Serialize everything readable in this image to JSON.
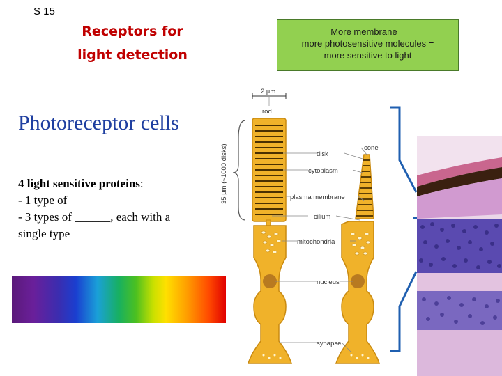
{
  "slide_number": "S 15",
  "title_line1": "Receptors for",
  "title_line2": "light detection",
  "note": {
    "line1": "More membrane =",
    "line2": "more photosensitive molecules =",
    "line3": "more sensitive to light",
    "color": "#92d050"
  },
  "heading": "Photoreceptor cells",
  "proteins": {
    "bold_label": "4 light sensitive proteins",
    "colon": ":",
    "line1": "- 1 type of _____",
    "line2": "- 3 types of ______, each with a",
    "line3": "single type"
  },
  "diagram_labels": {
    "width": "2 µm",
    "rod": "rod",
    "cone": "cone",
    "disk": "disk",
    "cytoplasm": "cytoplasm",
    "plasma_membrane": "plasma membrane",
    "cilium": "cilium",
    "mitochondria": "mitochondria",
    "nucleus": "nucleus",
    "synapse": "synapse",
    "length": "35 µm (~1000 disks)"
  },
  "colors": {
    "title": "#c00000",
    "heading": "#1f3fa0",
    "cell_body": "#f0b22a",
    "cell_outline": "#c98a10",
    "bracket": "#1f5fb0"
  }
}
